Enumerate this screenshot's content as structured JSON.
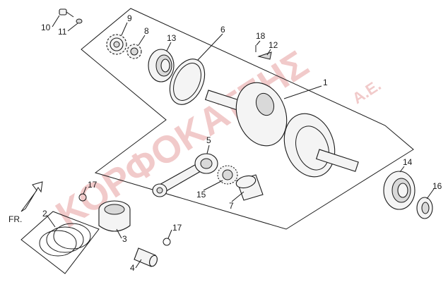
{
  "diagram": {
    "callouts": [
      "1",
      "2",
      "3",
      "4",
      "5",
      "6",
      "7",
      "8",
      "9",
      "10",
      "11",
      "12",
      "13",
      "14",
      "15",
      "16",
      "17",
      "17",
      "18"
    ],
    "front_label": "FR.",
    "watermark": {
      "main": "ΚΟΡΦΟΚΑΤΖΗΣ",
      "suffix": "A.E."
    }
  }
}
